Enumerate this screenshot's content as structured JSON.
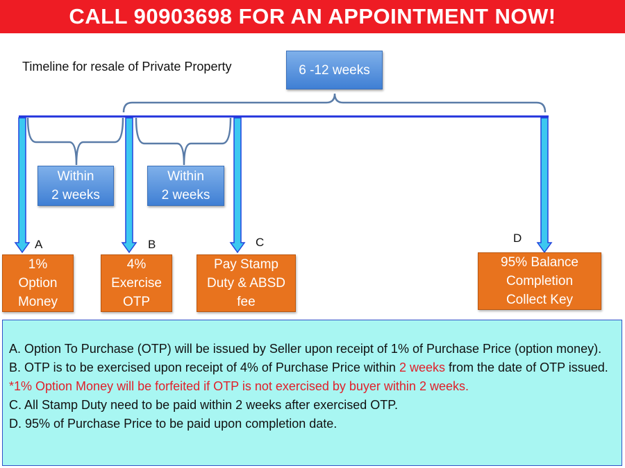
{
  "banner": {
    "text": "CALL 90903698 FOR AN APPOINTMENT NOW!"
  },
  "title": "Timeline for resale of Private Property",
  "duration": "6 -12 weeks",
  "intervals": [
    {
      "line1": "Within",
      "line2": "2 weeks"
    },
    {
      "line1": "Within",
      "line2": "2 weeks"
    }
  ],
  "steps": [
    {
      "letter": "A",
      "lines": [
        "1%",
        "Option",
        "Money"
      ]
    },
    {
      "letter": "B",
      "lines": [
        "4%",
        "Exercise",
        "OTP"
      ]
    },
    {
      "letter": "C",
      "lines": [
        "Pay Stamp",
        "Duty & ABSD",
        "fee"
      ]
    },
    {
      "letter": "D",
      "lines": [
        "95% Balance",
        "Completion",
        "Collect Key"
      ]
    }
  ],
  "notes": {
    "a": "A. Option To Purchase (OTP) will be issued by Seller upon receipt of 1% of Purchase Price (option money).",
    "b_pre": "B. OTP is to be exercised upon receipt of 4% of Purchase Price within ",
    "b_red": "2 weeks",
    "b_post": " from the date of OTP issued. ",
    "b_warning": "*1% Option Money will be forfeited if OTP is not exercised by buyer within 2 weeks.",
    "c": "C. All Stamp Duty need to be paid within 2 weeks after exercised OTP.",
    "d": "D. 95% of Purchase Price to be paid upon completion date."
  },
  "colors": {
    "banner": "#ee1c24",
    "orange": "#e8731e",
    "note_bg": "#a8f6f2",
    "highlight": "#e0202a"
  }
}
